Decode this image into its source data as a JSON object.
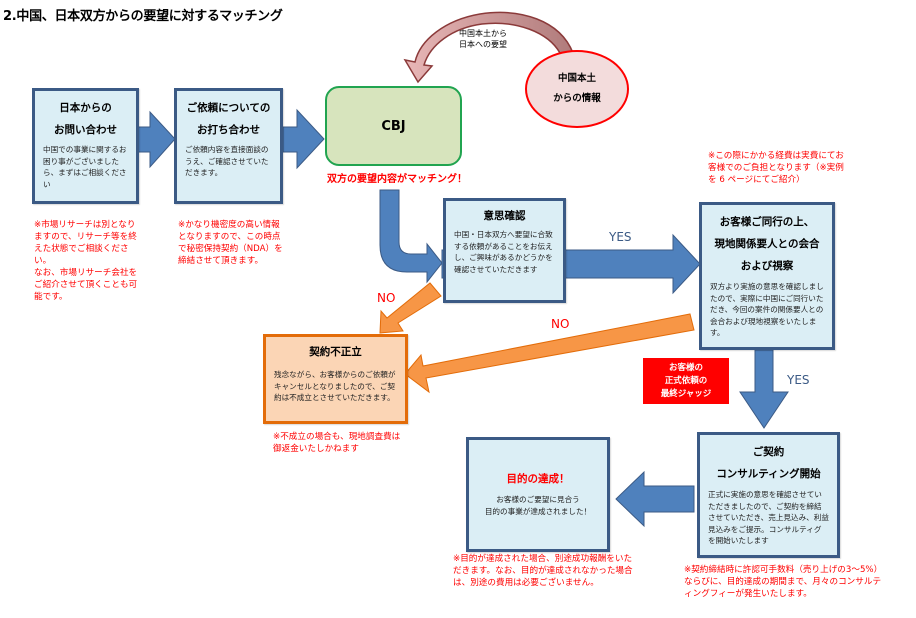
{
  "title": "2.中国、日本双方からの要望に対するマッチング",
  "mainland": {
    "circle_lines": [
      "中国本土",
      "からの情報"
    ],
    "arrow_label_lines": [
      "中国本土から",
      "日本への要望"
    ]
  },
  "cbj": {
    "label": "CBJ",
    "caption": "双方の要望内容がマッチング！"
  },
  "steps": {
    "inquiry": {
      "heading_lines": [
        "日本からの",
        "お問い合わせ"
      ],
      "body": "中国での事業に関するお困り事がございましたら、まずはご相談ください",
      "note": "※市場リサーチは別となりますので、リサーチ等を終えた状態でご相談ください。\nなお、市場リサーチ会社をご紹介させて頂くことも可能です。"
    },
    "meeting": {
      "heading_lines": [
        "ご依頼についての",
        "お打ち合わせ"
      ],
      "body": "ご依頼内容を直接面談のうえ、ご確認させていただきます。",
      "note": "※かなり機密度の高い情報となりますので、この時点で秘密保持契約（NDA）を締結させて頂きます。"
    },
    "confirm": {
      "heading_lines": [
        "意思確認"
      ],
      "body": "中国・日本双方へ要望に合致する依頼があることをお伝えし、ご興味があるかどうかを確認させていただきます"
    },
    "visit": {
      "heading_lines": [
        "お客様ご同行の上、",
        "現地関係要人との会合",
        "および視察"
      ],
      "body": "双方より実施の意思を確認しましたので、実際に中国にご同行いただき、今回の案件の関係要人との会合および現地視察をいたします。",
      "note": "※この際にかかる経費は実費にてお客様でのご負担となります（※実例を 6 ページにてご紹介）"
    },
    "failed": {
      "heading_lines": [
        "契約不正立"
      ],
      "body": "残念ながら、お客様からのご依頼がキャンセルとなりましたので、ご契約は不成立とさせていただきます。",
      "note": "※不成立の場合も、現地調査費は御返金いたしかねます"
    },
    "contract": {
      "heading_lines": [
        "ご契約",
        "コンサルティング開始"
      ],
      "body": "正式に実施の意思を確認させていただきましたので、ご契約を締結させていただき、売上見込み、利益見込みをご提示。コンサルティグを開始いたします",
      "note": "※契約締結時に許認可手数料（売り上げの3～5%）ならびに、目的達成の期間まで、月々のコンサルティングフィーが発生いたします。"
    },
    "goal": {
      "heading_lines": [
        "目的の達成！"
      ],
      "body_lines": [
        "お客様のご要望に見合う",
        "目的の事業が達成されました！"
      ],
      "note": "※目的が達成された場合、別途成功報酬をいただきます。なお、目的が達成されなかった場合は、別途の費用は必要ございません。"
    }
  },
  "labels": {
    "yes_1": "YES",
    "yes_2": "YES",
    "no_1": "NO",
    "no_2": "NO"
  },
  "judge_lines": [
    "お客様の",
    "正式依頼の",
    "最終ジャッジ"
  ],
  "colors": {
    "box_fill": "#dbeef5",
    "box_border": "#3b5a85",
    "arrow_blue": "#4f81bd",
    "arrow_orange": "#f79646",
    "accent_red": "#ff0000",
    "cbj_fill": "#d7e4bd",
    "cbj_border": "#21a450"
  }
}
